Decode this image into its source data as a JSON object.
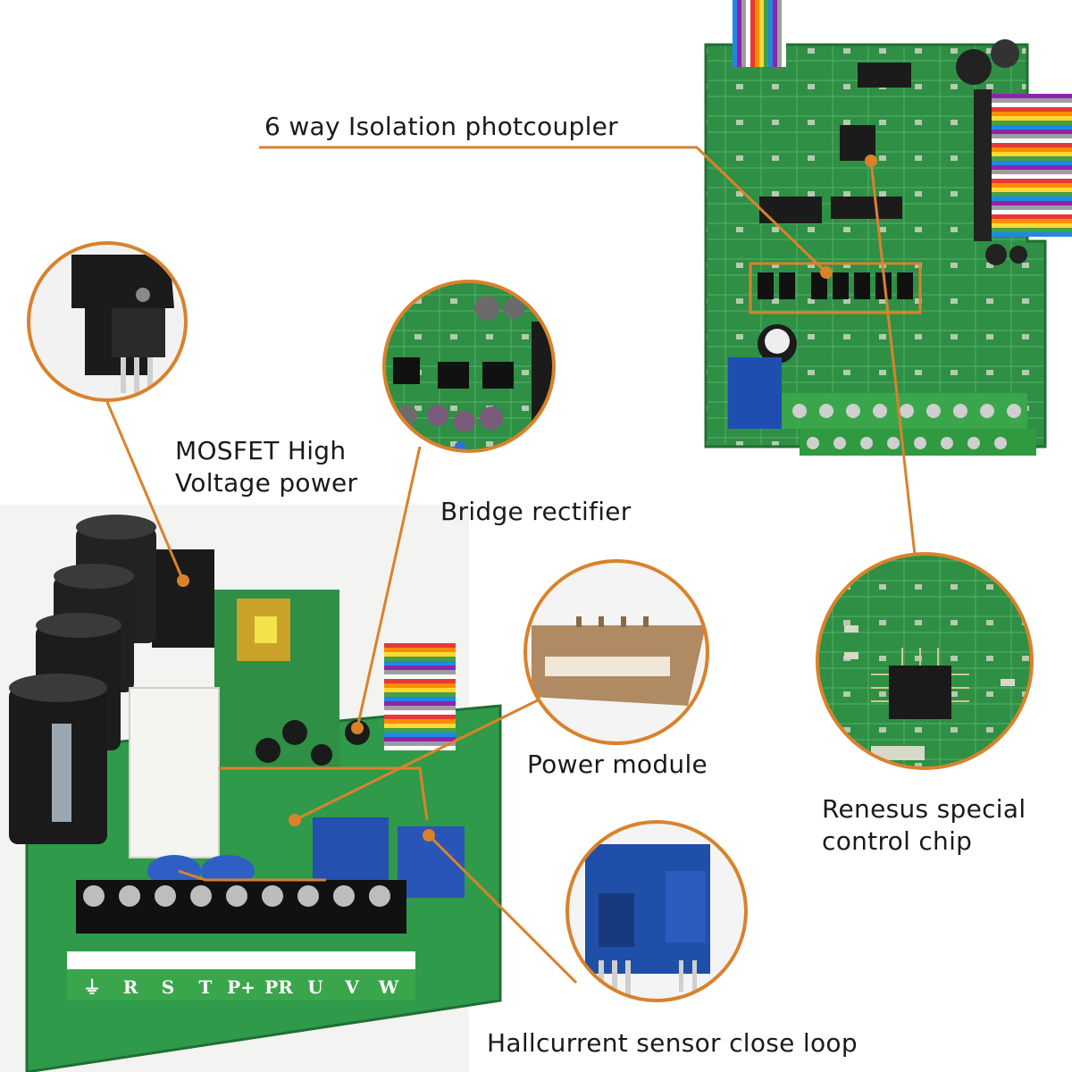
{
  "labels": {
    "photocoupler": "6 way Isolation photcoupler",
    "mosfet_line1": "MOSFET High",
    "mosfet_line2": "Voltage power",
    "bridge": "Bridge rectifier",
    "power_module": "Power module",
    "renesas_line1": "Renesus special",
    "renesas_line2": "control chip",
    "hall_sensor": "Hallcurrent sensor close loop"
  },
  "terminals": [
    "⏚",
    "R",
    "S",
    "T",
    "P+",
    "PR",
    "U",
    "V",
    "W"
  ],
  "colors": {
    "leader_line": "#d9822b",
    "pcb_green": "#2f9a4a",
    "terminal_strip": "#3aa64c"
  }
}
